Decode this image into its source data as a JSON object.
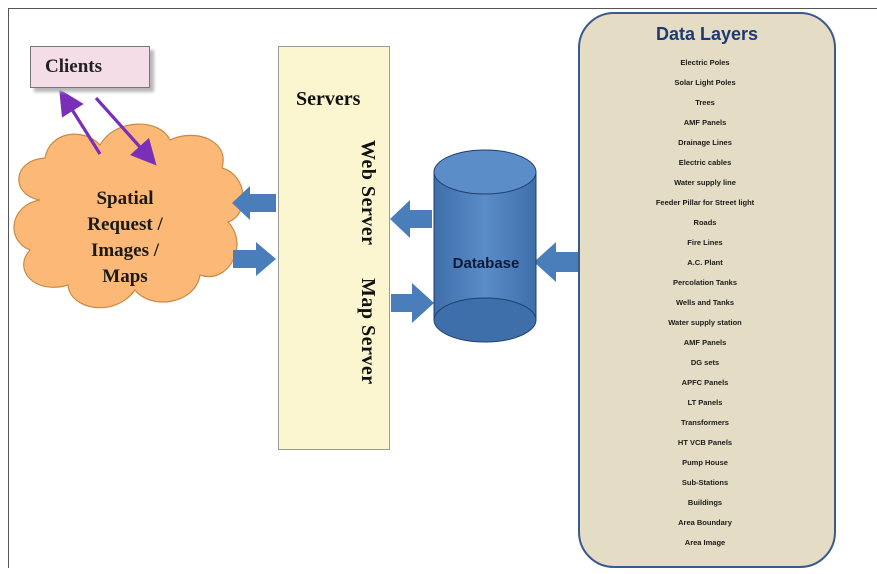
{
  "clients": {
    "label": "Clients"
  },
  "request": {
    "lines": [
      "Spatial",
      "Request /",
      "Images /",
      "Maps"
    ]
  },
  "servers": {
    "title": "Servers",
    "web_label": "Web Server",
    "map_label": "Map Server"
  },
  "database": {
    "label": "Database"
  },
  "data_layers": {
    "title": "Data Layers",
    "items": [
      {
        "label": "Electric Poles",
        "color": "#f79a2c"
      },
      {
        "label": "Solar Light Poles",
        "color": "#f8a82a"
      },
      {
        "label": "Trees",
        "color": "#f8b52a"
      },
      {
        "label": "AMF Panels",
        "color": "#f5c426"
      },
      {
        "label": "Drainage Lines",
        "color": "#f0d124"
      },
      {
        "label": "Electric cables",
        "color": "#e8dc22"
      },
      {
        "label": "Water supply line",
        "color": "#d9e321"
      },
      {
        "label": "Feeder Pillar for Street light",
        "color": "#c6e523"
      },
      {
        "label": "Roads",
        "color": "#b0e526"
      },
      {
        "label": "Fire Lines",
        "color": "#98e42a"
      },
      {
        "label": "A.C. Plant",
        "color": "#80e12e"
      },
      {
        "label": "Percolation Tanks",
        "color": "#6ade32"
      },
      {
        "label": "Wells and Tanks",
        "color": "#56da36"
      },
      {
        "label": "Water supply station",
        "color": "#46d63c"
      },
      {
        "label": "AMF Panels",
        "color": "#3ed346"
      },
      {
        "label": "DG sets",
        "color": "#3ad052"
      },
      {
        "label": "APFC Panels",
        "color": "#38cd60"
      },
      {
        "label": "LT Panels",
        "color": "#36ca70"
      },
      {
        "label": "Transformers",
        "color": "#35c782"
      },
      {
        "label": "HT VCB Panels",
        "color": "#34c494"
      },
      {
        "label": "Pump House",
        "color": "#34c1a6"
      },
      {
        "label": "Sub-Stations",
        "color": "#35bdb6"
      },
      {
        "label": "Buildings",
        "color": "#37b8c4"
      },
      {
        "label": "Area Boundary",
        "color": "#39b2d0"
      },
      {
        "label": "Area Image",
        "color": "#3aaad8"
      }
    ]
  },
  "colors": {
    "cloud": "#fbb876",
    "arrow_blue": "#4a7ebb",
    "client_arrow": "#7a2fb8",
    "database": "#4a7ebb"
  }
}
